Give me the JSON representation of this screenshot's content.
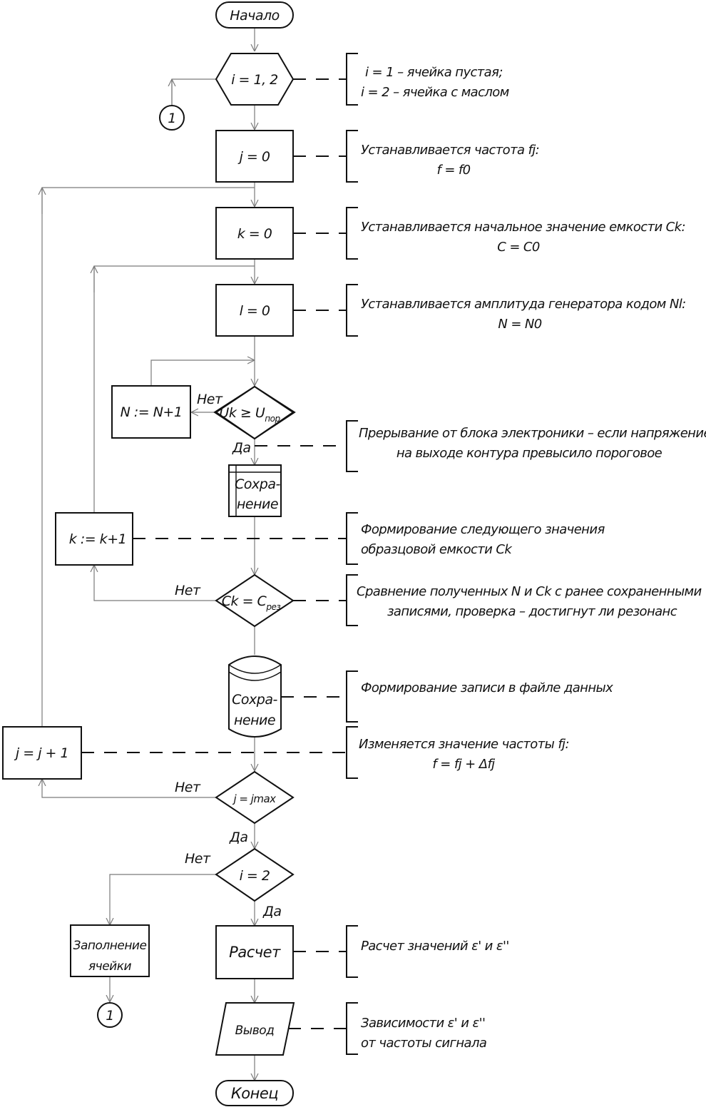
{
  "blocks": {
    "start": "Начало",
    "loop_i": "i = 1, 2",
    "j_init": "j = 0",
    "k_init": "k = 0",
    "l_init": "l = 0",
    "n_inc": "N := N+1",
    "cond_u": {
      "main": "Uk ≥ U",
      "sub": "пор"
    },
    "save1": {
      "line1": "Сохра-",
      "line2": "нение"
    },
    "k_inc": "k := k+1",
    "cond_c": {
      "main": "Ck = C",
      "sub": "рез"
    },
    "save2": {
      "line1": "Сохра-",
      "line2": "нение"
    },
    "j_inc": "j = j + 1",
    "cond_j": "j = jmax",
    "cond_i": "i = 2",
    "fill": {
      "line1": "Заполнение",
      "line2": "ячейки"
    },
    "calc": "Расчет",
    "output": "Вывод",
    "end": "Конец",
    "connector_top": "1",
    "connector_bottom": "1"
  },
  "branch_labels": {
    "u_no": "Нет",
    "u_yes": "Да",
    "c_no": "Нет",
    "j_no": "Нет",
    "j_yes": "Да",
    "i_no": "Нет",
    "i_yes": "Да"
  },
  "notes": {
    "loop_i": [
      "i = 1 – ячейка пустая;",
      "i = 2 – ячейка с маслом"
    ],
    "j_init": [
      "Устанавливается частота fj:",
      "f = f0"
    ],
    "k_init": [
      "Устанавливается начальное значение емкости Ck:",
      "C = C0"
    ],
    "l_init": [
      "Устанавливается амплитуда генератора кодом Nl:",
      "N = N0"
    ],
    "interrupt": [
      "Прерывание от блока электроники – если напряжение",
      "на выходе контура превысило пороговое"
    ],
    "k_inc": [
      "Формирование следующего значения",
      "образцовой емкости Ck"
    ],
    "compare": [
      "Сравнение полученных N и Ck с ранее сохраненными",
      "записями, проверка – достигнут ли резонанс"
    ],
    "save2": [
      "Формирование записи в файле данных"
    ],
    "j_inc": [
      "Изменяется значение частоты fj:",
      "f = fj + Δfj"
    ],
    "calc": [
      "Расчет значений ε' и ε''"
    ],
    "output": [
      "Зависимости ε' и ε''",
      "от частоты сигнала"
    ]
  }
}
